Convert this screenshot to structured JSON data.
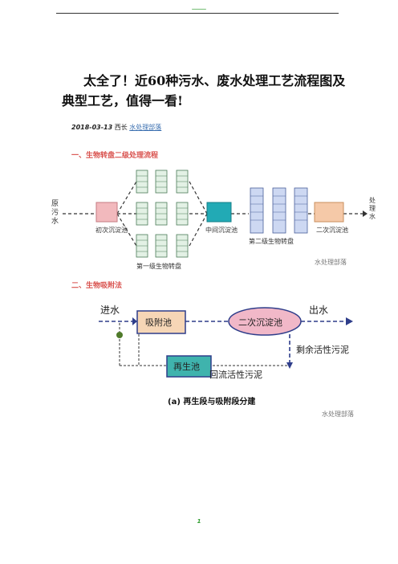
{
  "header": {
    "mark": "_____"
  },
  "title": {
    "line1": "太全了！近60种污水、废水处理工艺流程图及",
    "line2": "典型工艺，值得一看!"
  },
  "meta": {
    "date": "2018-03-13",
    "author": "西长",
    "source": "水处理部落"
  },
  "section1": {
    "heading": "一、生物转盘二级处理流程",
    "diagram": {
      "inlet": "原污水",
      "primary": "初次沉淀池",
      "middle": "中间沉淀池",
      "stage1": "第一级生物转盘",
      "stage2": "第二级生物转盘",
      "secondary": "二次沉淀池",
      "outlet": "处理水",
      "watermark": "水处理部落"
    }
  },
  "section2": {
    "heading": "二、生物吸附法",
    "diagram": {
      "inflow": "进水",
      "adsorb": "吸附池",
      "settle": "二次沉淀池",
      "outflow": "出水",
      "excess": "剩余活性污泥",
      "regen": "再生池",
      "return": "回流活性污泥",
      "caption": "(a) 再生段与吸附段分建",
      "watermark": "水处理部落"
    }
  },
  "footer": {
    "page": "1"
  },
  "colors": {
    "accent": "#d9534f",
    "link": "#3a6fb0",
    "teal": "#22aab5",
    "pink": "#f2b9bd",
    "orange": "#f5c9a8",
    "green": "#2e9c2e"
  }
}
